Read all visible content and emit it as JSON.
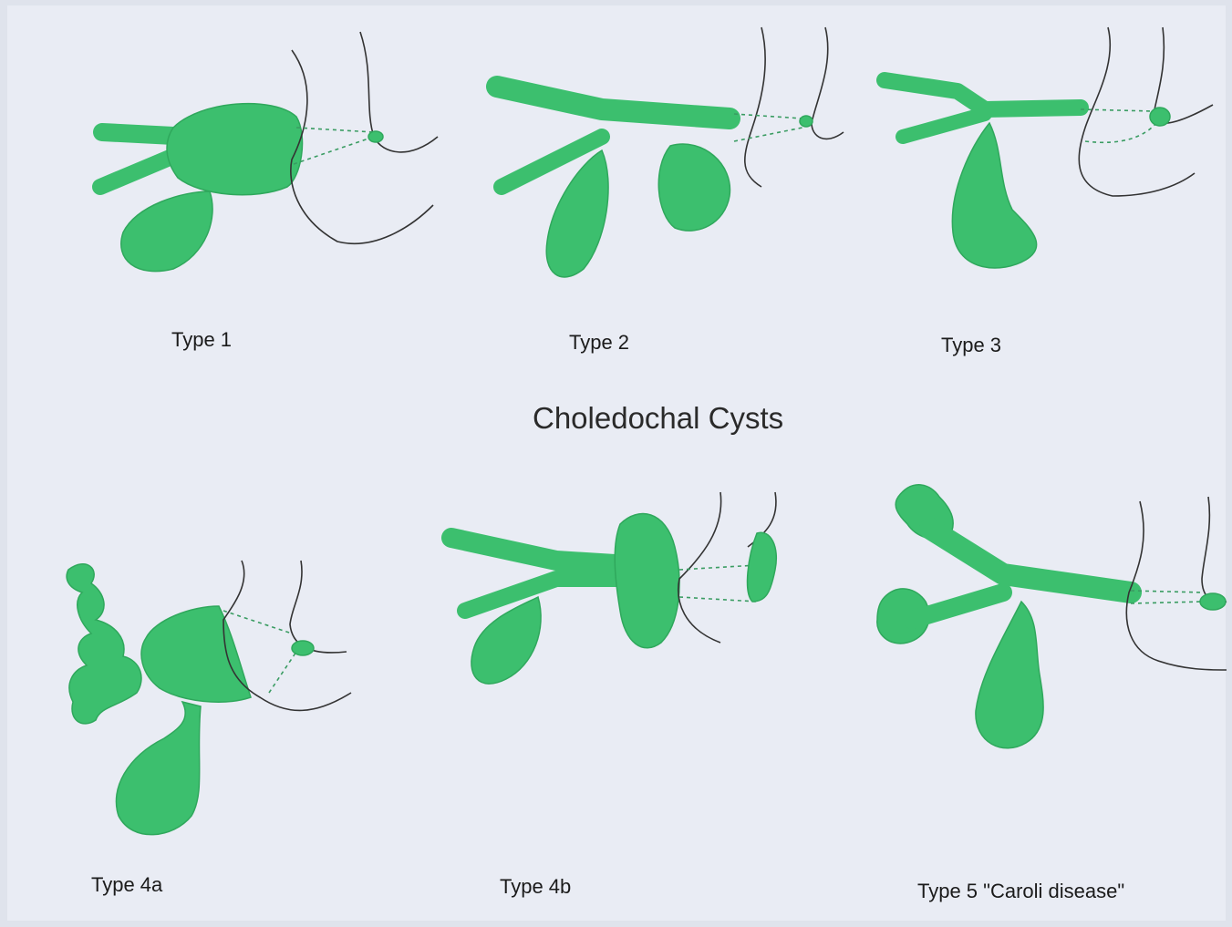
{
  "title": "Choledochal Cysts",
  "types": [
    {
      "id": "t1",
      "label": "Type 1"
    },
    {
      "id": "t2",
      "label": "Type 2"
    },
    {
      "id": "t3",
      "label": "Type 3"
    },
    {
      "id": "t4a",
      "label": "Type 4a"
    },
    {
      "id": "t4b",
      "label": "Type 4b"
    },
    {
      "id": "t5",
      "label": "Type 5 \"Caroli disease\""
    }
  ],
  "colors": {
    "cyst_fill": "#3cbf6e",
    "paper": "#e9ecf4",
    "outline": "#333333"
  }
}
